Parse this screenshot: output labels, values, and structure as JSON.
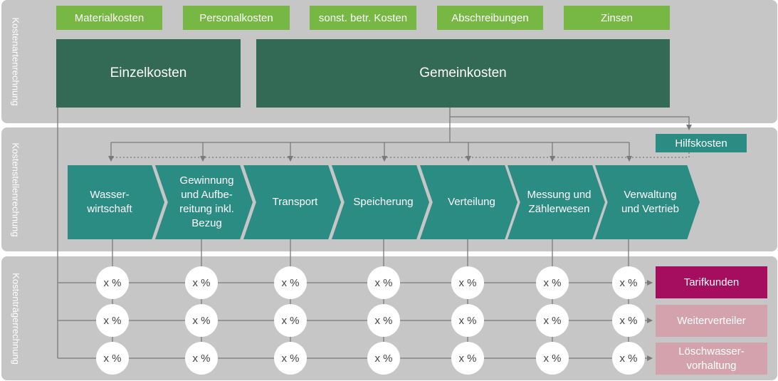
{
  "panels": {
    "top_label": "Kostenartenrechnung",
    "mid_label": "Kostenstellenrechnung",
    "bottom_label": "Kostenträgerrechnung"
  },
  "cost_types": [
    "Materialkosten",
    "Personalkosten",
    "sonst. betr. Kosten",
    "Abschreibungen",
    "Zinsen"
  ],
  "direct_costs": "Einzelkosten",
  "overhead_costs": "Gemeinkosten",
  "auxiliary_costs": "Hilfskosten",
  "cost_centers": [
    "Wasser-\nwirtschaft",
    "Gewinnung\nund Aufbe-\nreitung inkl.\nBezug",
    "Transport",
    "Speicherung",
    "Verteilung",
    "Messung und\nZählerwesen",
    "Verwaltung\nund Vertrieb"
  ],
  "percent_label": "x %",
  "cost_units": [
    "Tarifkunden",
    "Weiterverteiler",
    "Löschwasser-\nvorhaltung"
  ],
  "colors": {
    "panel": "#c6c6c6",
    "cost_type_green": "#76b843",
    "dark_green": "#336a55",
    "teal": "#2b8c84",
    "tariff_magenta": "#a50e5e",
    "pink": "#d4a2ac",
    "line": "#7a7a7a"
  }
}
